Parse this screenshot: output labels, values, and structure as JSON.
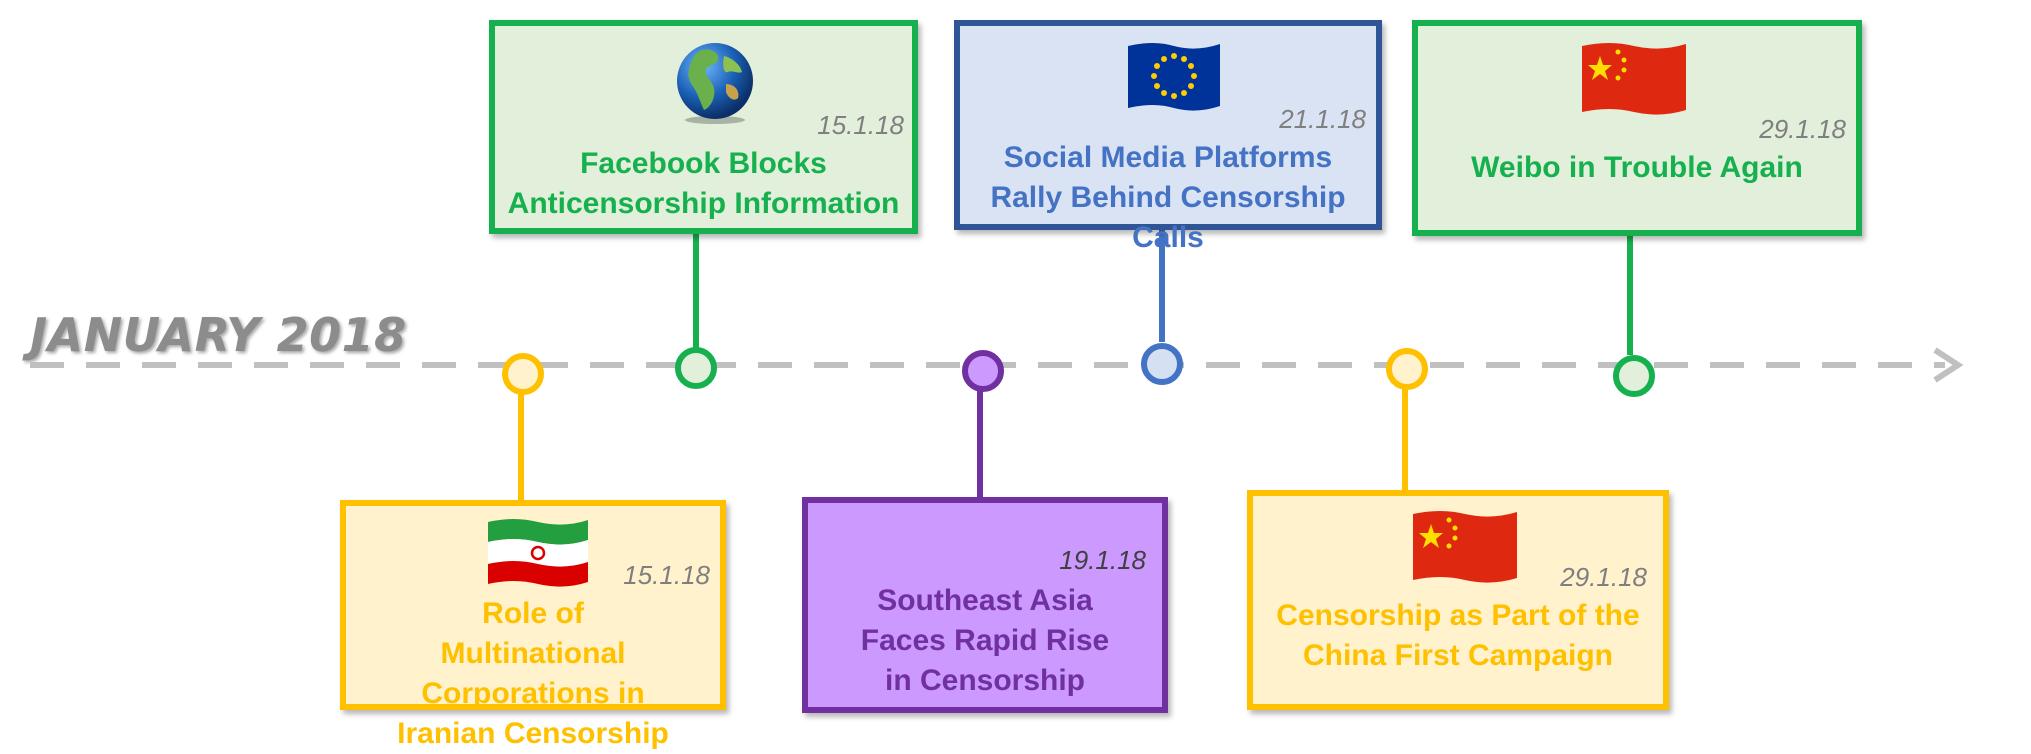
{
  "timeline": {
    "month_label": "JANUARY 2018"
  },
  "colors": {
    "green": "#16b04e",
    "blue": "#2f5597",
    "yellow": "#ffc000",
    "purple": "#7030a0",
    "axis": "#c0c0c0"
  },
  "events": [
    {
      "date": "15.1.18",
      "title": "Facebook Blocks Anticensorship Information",
      "icon": "globe-icon",
      "color": "green"
    },
    {
      "date": "21.1.18",
      "title": "Social Media Platforms Rally Behind Censorship Calls",
      "icon": "eu-flag-icon",
      "color": "blue"
    },
    {
      "date": "29.1.18",
      "title": "Weibo in Trouble Again",
      "icon": "china-flag-icon",
      "color": "green"
    },
    {
      "date": "15.1.18",
      "title": "Role of Multinational Corporations in Iranian Censorship",
      "icon": "iran-flag-icon",
      "color": "yellow"
    },
    {
      "date": "19.1.18",
      "title": "Southeast Asia Faces Rapid Rise in Censorship",
      "icon": "",
      "color": "purple"
    },
    {
      "date": "29.1.18",
      "title": "Censorship as Part of the China First Campaign",
      "icon": "china-flag-icon",
      "color": "yellow"
    }
  ]
}
